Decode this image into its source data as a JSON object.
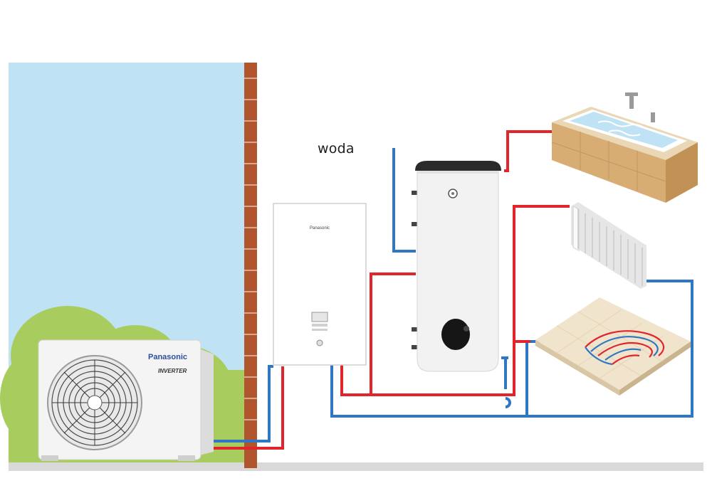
{
  "labels": {
    "water": "woda"
  },
  "outdoor_unit": {
    "brand": "Panasonic",
    "sub_brand": "INVERTER"
  },
  "indoor_unit": {
    "brand": "Panasonic"
  },
  "colors": {
    "sky": "#bfe2f5",
    "brick": "#b0552e",
    "pipe_hot": "#e1252b",
    "pipe_cold": "#2f77c4",
    "ground": "#d9d9d9",
    "bush": "#a9cc5e",
    "tank_lid": "#2a2a2a",
    "tile_wood": "#d7ad73"
  }
}
